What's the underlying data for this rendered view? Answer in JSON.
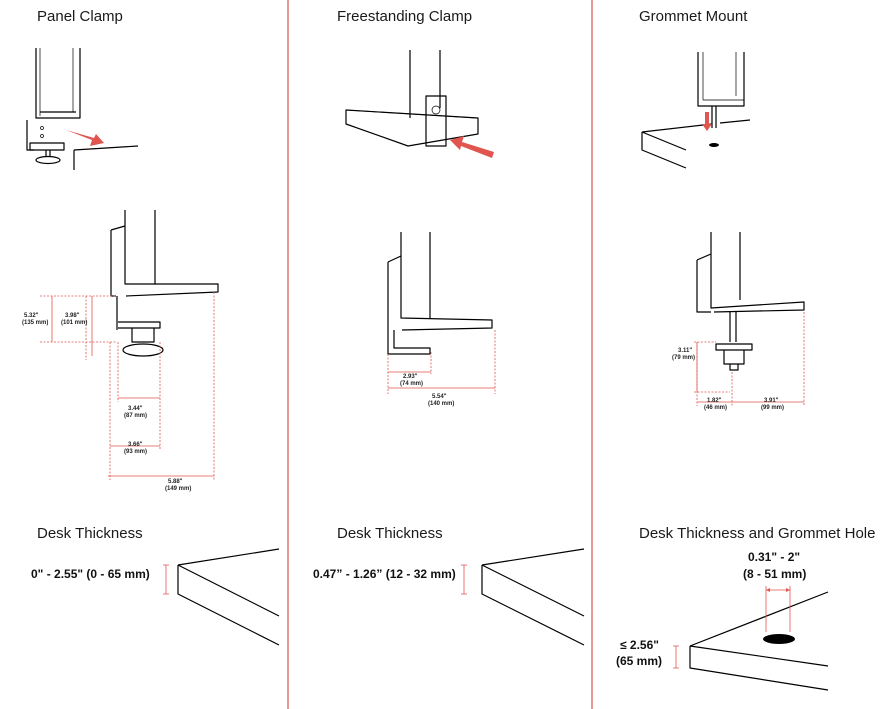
{
  "colors": {
    "accent": "#e0554f",
    "line": "#000000",
    "divider": "#e0554f"
  },
  "columns": [
    {
      "title": "Panel Clamp",
      "dims": [
        {
          "in": "5.32\"",
          "mm": "(135 mm)"
        },
        {
          "in": "3.98\"",
          "mm": "(101 mm)"
        },
        {
          "in": "3.44\"",
          "mm": "(87 mm)"
        },
        {
          "in": "3.66\"",
          "mm": "(93 mm)"
        },
        {
          "in": "5.88\"",
          "mm": "(149 mm)"
        }
      ],
      "desk_title": "Desk Thickness",
      "desk_range": "0\" - 2.55\" (0 - 65 mm)"
    },
    {
      "title": "Freestanding Clamp",
      "dims": [
        {
          "in": "2.93\"",
          "mm": "(74 mm)"
        },
        {
          "in": "5.54\"",
          "mm": "(140 mm)"
        }
      ],
      "desk_title": "Desk Thickness",
      "desk_range": "0.47” - 1.26” (12 - 32 mm)"
    },
    {
      "title": "Grommet Mount",
      "dims": [
        {
          "in": "3.11\"",
          "mm": "(79 mm)"
        },
        {
          "in": "1.82\"",
          "mm": "(46 mm)"
        },
        {
          "in": "3.91\"",
          "mm": "(99 mm)"
        }
      ],
      "desk_title": "Desk Thickness and Grommet Hole",
      "hole_range_in": "0.31\" - 2\"",
      "hole_range_mm": "(8 - 51 mm)",
      "thick_max_in": "≤ 2.56\"",
      "thick_max_mm": "(65 mm)"
    }
  ]
}
